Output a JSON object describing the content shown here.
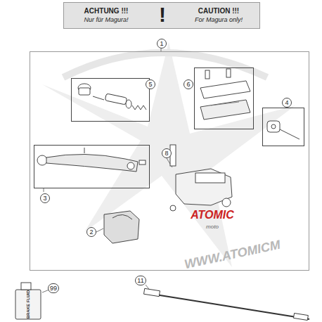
{
  "diagram": {
    "nodes": [
      {
        "text": [
          "ACHTUNG !!!",
          "Nur für Magura!",
          "!",
          "CAUTION !!!",
          "For Magura only!"
        ]
      },
      {
        "text": [
          "1"
        ]
      },
      {
        "text": [
          "5"
        ],
        "in": 1
      },
      {
        "text": [
          "6"
        ],
        "in": 1
      },
      {
        "text": [
          "4"
        ],
        "in": 1
      },
      {
        "text": [
          "3"
        ],
        "in": 1
      }
    ],
    "labels": [
      "8",
      "2",
      "11",
      "99",
      "ATOMIC",
      "moto",
      "WWW.ATOMICM",
      "BRAKE FLUID"
    ]
  }
}
